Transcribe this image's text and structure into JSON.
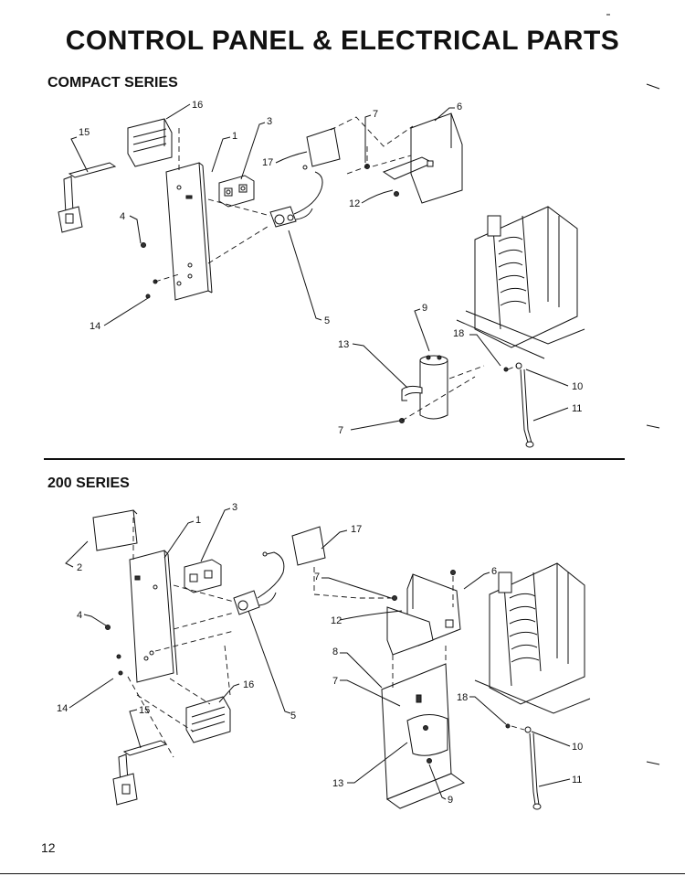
{
  "page_title": "CONTROL PANEL & ELECTRICAL PARTS",
  "sections": {
    "compact": "COMPACT SERIES",
    "series200": "200 SERIES"
  },
  "page_number": "12",
  "compact_labels": {
    "c16": "16",
    "c15": "15",
    "c1": "1",
    "c3": "3",
    "c7a": "7",
    "c6": "6",
    "c17": "17",
    "c12": "12",
    "c4": "4",
    "c14": "14",
    "c5": "5",
    "c9": "9",
    "c18": "18",
    "c13": "13",
    "c10": "10",
    "c11": "11",
    "c7b": "7"
  },
  "series200_labels": {
    "s3": "3",
    "s1": "1",
    "s2": "2",
    "s17": "17",
    "s7a": "7",
    "s6": "6",
    "s4": "4",
    "s12": "12",
    "s8": "8",
    "s7b": "7",
    "s16": "16",
    "s14": "14",
    "s5": "5",
    "s15": "15",
    "s18": "18",
    "s10": "10",
    "s11": "11",
    "s13": "13",
    "s9": "9"
  }
}
